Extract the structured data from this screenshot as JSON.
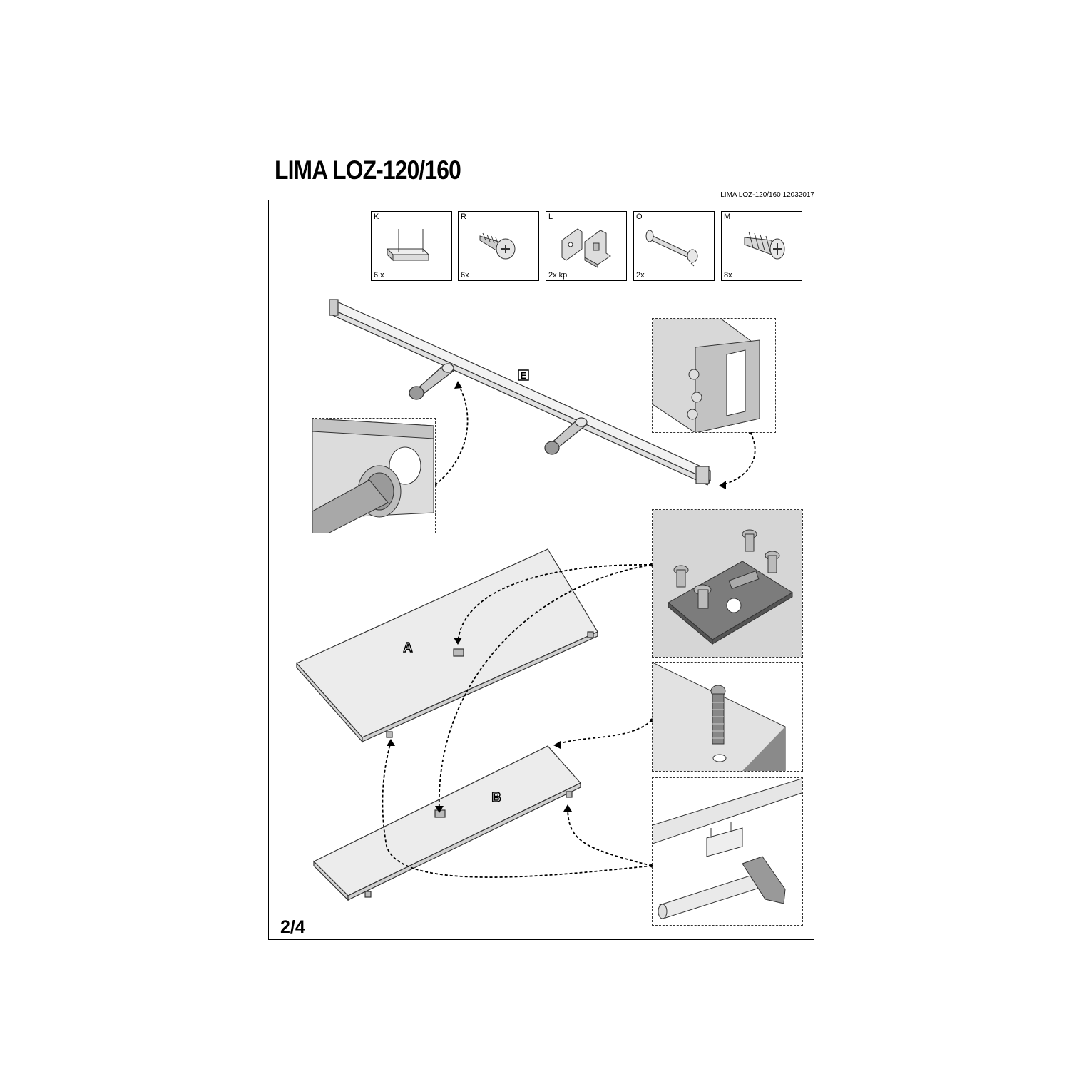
{
  "document": {
    "title": "LIMA  LOZ-120/160",
    "code": "LIMA LOZ-120/160  12032017",
    "page": "2/4"
  },
  "parts": [
    {
      "letter": "K",
      "qty": "6 x",
      "icon": "wooden-dowel-bracket-icon"
    },
    {
      "letter": "R",
      "qty": "6x",
      "icon": "screw-icon"
    },
    {
      "letter": "L",
      "qty": "2x kpl",
      "icon": "bracket-set-icon"
    },
    {
      "letter": "O",
      "qty": "2x",
      "icon": "bolt-icon"
    },
    {
      "letter": "M",
      "qty": "8x",
      "icon": "wall-plug-icon"
    }
  ],
  "panels": {
    "beam": "E",
    "board_a": "A",
    "board_b": "B"
  }
}
